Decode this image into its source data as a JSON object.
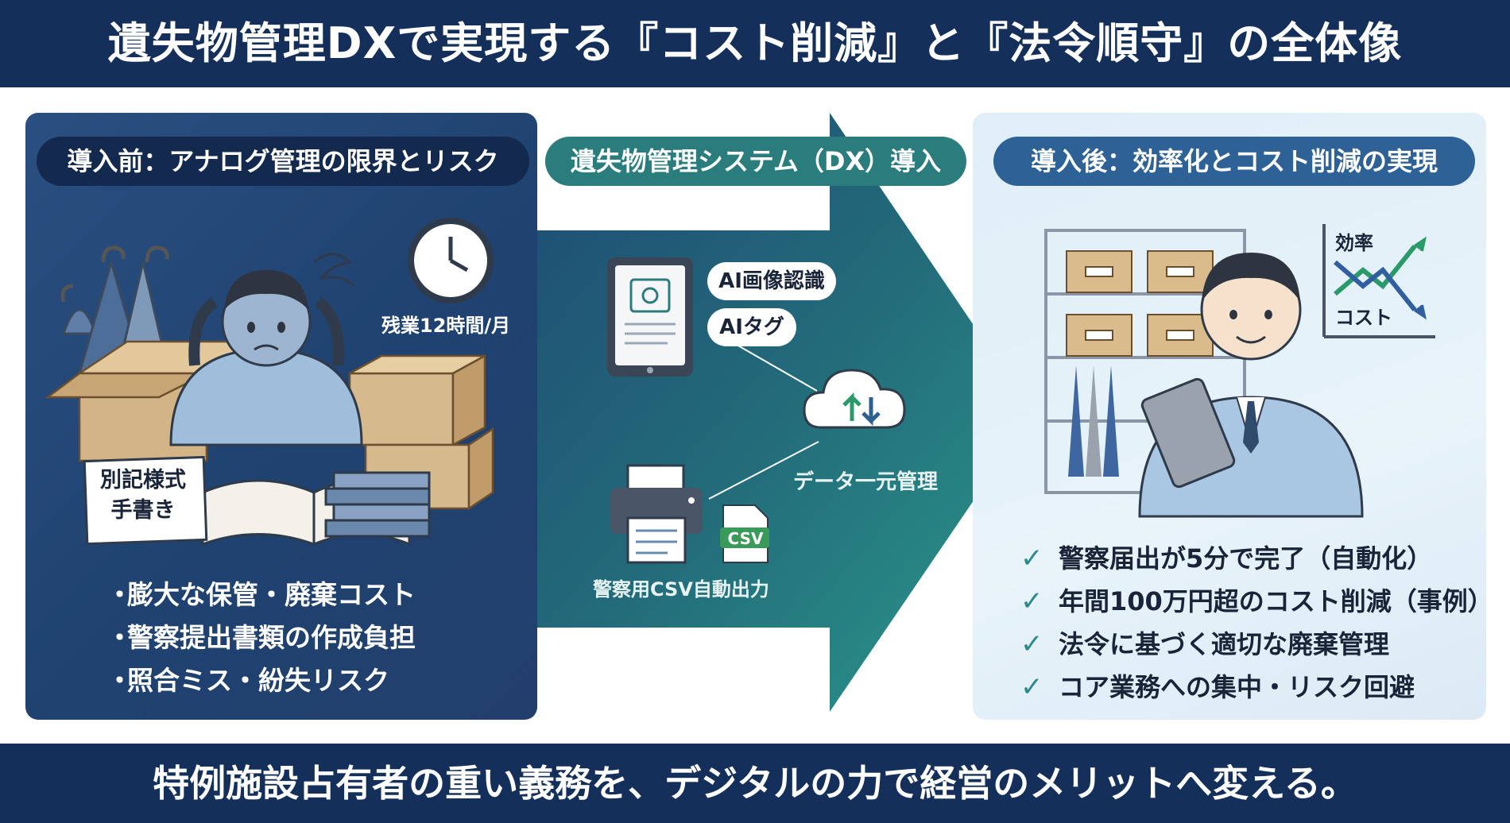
{
  "title": "遺失物管理DXで実現する『コスト削減』と『法令順守』の全体像",
  "footer": "特例施設占有者の重い義務を、デジタルの力で経営のメリットへ変える。",
  "sections": {
    "before": {
      "heading": "導入前：アナログ管理の限界とリスク",
      "overtime_label": "残業12時間/月",
      "memo_lines": [
        "別記様式",
        "手書き"
      ],
      "bullets": [
        "膨大な保管・廃棄コスト",
        "警察提出書類の作成負担",
        "照合ミス・紛失リスク"
      ],
      "bullet_marker": "・"
    },
    "system": {
      "heading": "遺失物管理システム（DX）導入",
      "tags": [
        "AI画像認識",
        "AIタグ"
      ],
      "data_label": "データ一元管理",
      "csv_badge": "CSV",
      "csv_label": "警察用CSV自動出力"
    },
    "after": {
      "heading": "導入後：効率化とコスト削減の実現",
      "chart_labels": [
        "効率",
        "コスト"
      ],
      "checks": [
        "警察届出が5分で完了（自動化）",
        "年間100万円超のコスト削減（事例）",
        "法令に基づく適切な廃棄管理",
        "コア業務への集中・リスク回避"
      ],
      "check_marker": "✓"
    }
  },
  "colors": {
    "header_navy": "#14305a",
    "left_panel": "#1f4270",
    "teal_accent": "#2b7c7c",
    "right_panel": "#e2f0f8",
    "check_teal": "#2a8a8a"
  }
}
